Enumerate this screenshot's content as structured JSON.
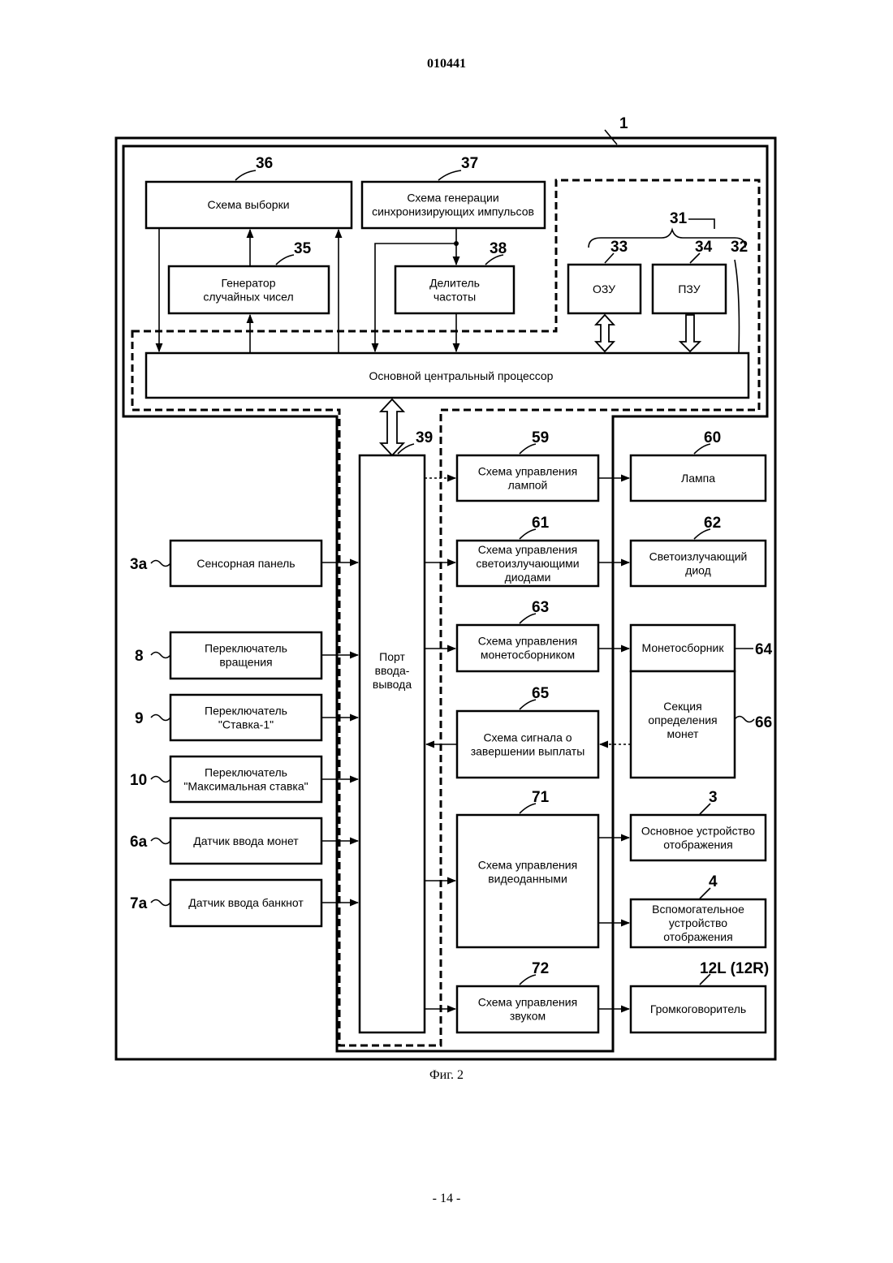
{
  "header": {
    "doc_number": "010441"
  },
  "figure": {
    "caption": "Фиг. 2",
    "refs": {
      "r1": "1",
      "r36": "36",
      "r37": "37",
      "r35": "35",
      "r38": "38",
      "r31": "31",
      "r33": "33",
      "r34": "34",
      "r32": "32",
      "r39": "39",
      "r59": "59",
      "r60": "60",
      "r61": "61",
      "r62": "62",
      "r63": "63",
      "r64": "64",
      "r65": "65",
      "r66": "66",
      "r71": "71",
      "r3": "3",
      "r4": "4",
      "r72": "72",
      "r12": "12L (12R)",
      "r3a": "3a",
      "r8": "8",
      "r9": "9",
      "r10": "10",
      "r6a": "6a",
      "r7a": "7a"
    },
    "blocks": {
      "sampling": [
        "Схема выборки"
      ],
      "clock_gen": [
        "Схема генерации",
        "синхронизирующих импульсов"
      ],
      "rng": [
        "Генератор",
        "случайных чисел"
      ],
      "divider": [
        "Делитель",
        "частоты"
      ],
      "ram": [
        "ОЗУ"
      ],
      "rom": [
        "ПЗУ"
      ],
      "cpu": [
        "Основной центральный процессор"
      ],
      "io_port": [
        "Порт",
        "ввода-",
        "вывода"
      ],
      "touch_panel": [
        "Сенсорная панель"
      ],
      "spin_switch": [
        "Переключатель",
        "вращения"
      ],
      "bet1_switch": [
        "Переключатель",
        "\"Ставка-1\""
      ],
      "maxbet_switch": [
        "Переключатель",
        "\"Максимальная ставка\""
      ],
      "coin_sensor": [
        "Датчик ввода монет"
      ],
      "bill_sensor": [
        "Датчик ввода банкнот"
      ],
      "lamp_ctrl": [
        "Схема управления",
        "лампой"
      ],
      "led_ctrl": [
        "Схема управления",
        "светоизлучающими",
        "диодами"
      ],
      "hopper_ctrl": [
        "Схема управления",
        "монетосборником"
      ],
      "payout_ctrl": [
        "Схема сигнала о",
        "завершении выплаты"
      ],
      "video_ctrl": [
        "Схема управления",
        "видеоданными"
      ],
      "sound_ctrl": [
        "Схема управления",
        "звуком"
      ],
      "lamp": [
        "Лампа"
      ],
      "led": [
        "Светоизлучающий",
        "диод"
      ],
      "hopper": [
        "Монетосборник"
      ],
      "coin_detect": [
        "Секция",
        "определения",
        "монет"
      ],
      "main_display": [
        "Основное устройство",
        "отображения"
      ],
      "sub_display": [
        "Вспомогательное",
        "устройство",
        "отображения"
      ],
      "speaker": [
        "Громкоговоритель"
      ]
    }
  },
  "footer": {
    "page_number": "- 14 -"
  }
}
